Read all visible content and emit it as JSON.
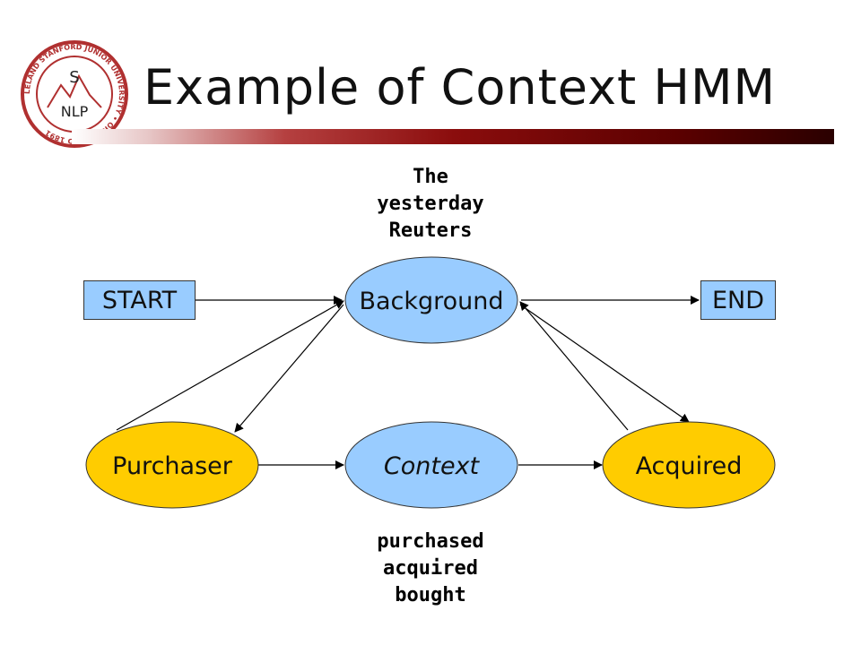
{
  "slide": {
    "title": "Example of Context HMM",
    "logo": {
      "text_top": "S",
      "text_bottom": "NLP",
      "ring_text": "LELAND STANFORD JUNIOR UNIVERSITY • ORGANIZED 1891"
    },
    "emission_words_background": [
      "The",
      "yesterday",
      "Reuters"
    ],
    "emission_words_context": [
      "purchased",
      "acquired",
      "bought"
    ],
    "states": {
      "start": "START",
      "end": "END",
      "background": "Background",
      "purchaser": "Purchaser",
      "context": "Context",
      "acquired": "Acquired"
    },
    "colors": {
      "background_state": "#99ccff",
      "entity_state": "#ffcc00",
      "logo_red": "#b03030",
      "bar_dark": "#5a0000"
    }
  }
}
